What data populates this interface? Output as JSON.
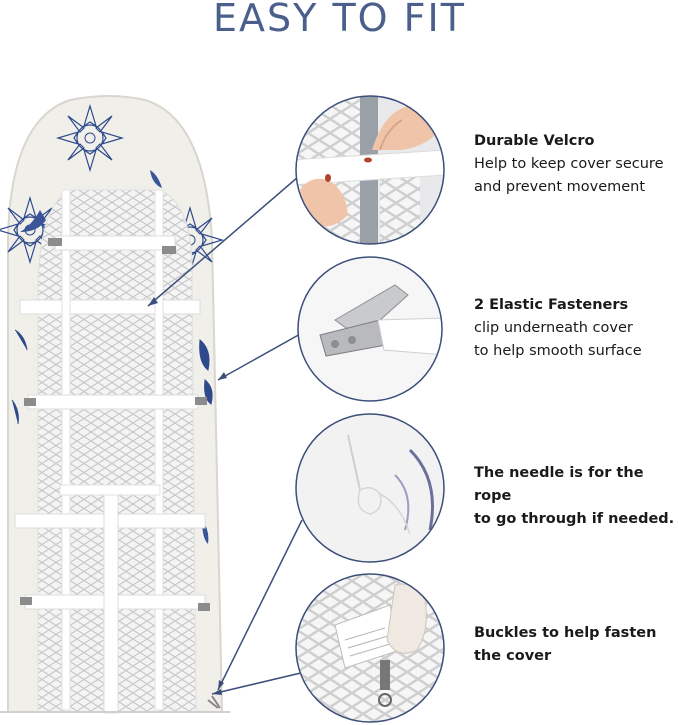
{
  "heading": "EASY TO FIT",
  "features": [
    {
      "title": "Durable Velcro",
      "lines": [
        "Help to keep cover secure",
        "and prevent movement"
      ]
    },
    {
      "title": "2 Elastic Fasteners",
      "lines": [
        "clip underneath cover",
        "to help smooth surface"
      ]
    },
    {
      "title": "",
      "lines": [
        "The needle is for the rope",
        "to go through if needed."
      ]
    },
    {
      "title": "Buckles to help fasten",
      "lines": [
        "the cover"
      ]
    }
  ],
  "colors": {
    "heading": "#4a5f8c",
    "callout_line": "#3c4f7a",
    "flower": "#2f4a8c"
  },
  "icons": [
    "ironing-board-icon",
    "velcro-photo-icon",
    "elastic-fastener-photo-icon",
    "needle-photo-icon",
    "buckle-photo-icon"
  ]
}
